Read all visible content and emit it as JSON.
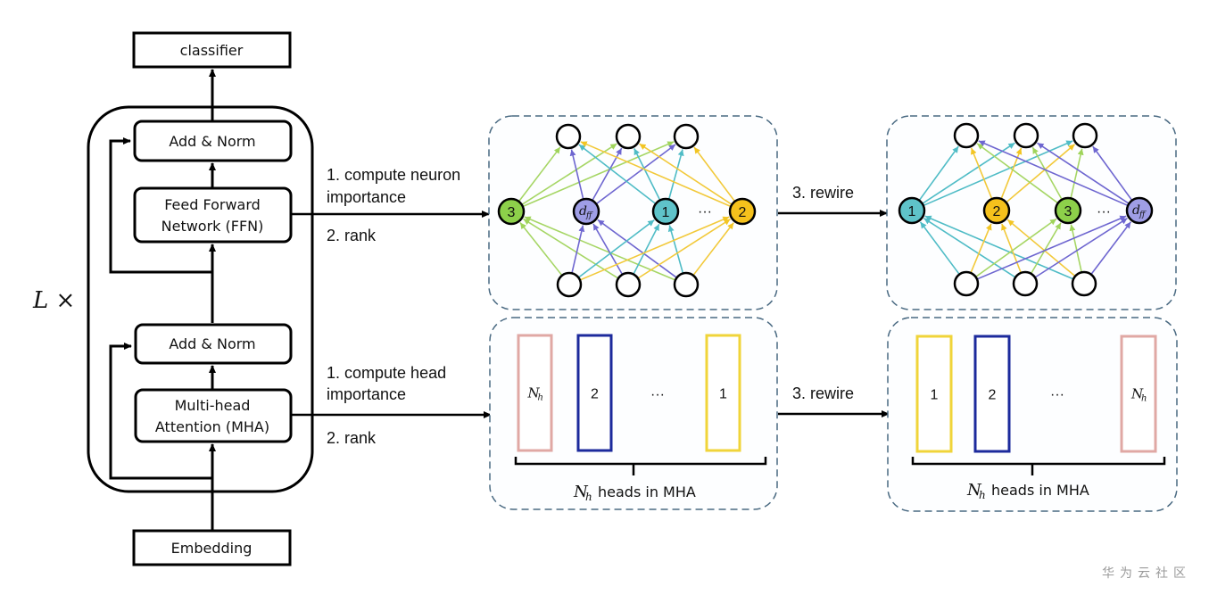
{
  "encoder": {
    "classifier": "classifier",
    "add_norm_top": "Add & Norm",
    "ffn_line1": "Feed Forward",
    "ffn_line2": "Network (FFN)",
    "add_norm_bottom": "Add & Norm",
    "mha_line1": "Multi-head",
    "mha_line2": "Attention (MHA)",
    "embedding": "Embedding",
    "repeat_label": "L ×"
  },
  "ffn_branch": {
    "step1_line1": "1. compute neuron",
    "step1_line2": "importance",
    "step2": "2. rank",
    "step3": "3. rewire",
    "before": {
      "nodes": [
        {
          "label": "3",
          "color": "#8dd04a"
        },
        {
          "label": "d_ff",
          "color": "#9f9ee6"
        },
        {
          "label": "1",
          "color": "#5fc3c9"
        },
        {
          "label": "2",
          "color": "#f5c11c"
        }
      ]
    },
    "after": {
      "nodes": [
        {
          "label": "1",
          "color": "#5fc3c9"
        },
        {
          "label": "2",
          "color": "#f5c11c"
        },
        {
          "label": "3",
          "color": "#8dd04a"
        },
        {
          "label": "d_ff",
          "color": "#9f9ee6"
        }
      ]
    },
    "ellipsis": "···"
  },
  "mha_branch": {
    "step1_line1": "1. compute head",
    "step1_line2": "importance",
    "step2": "2. rank",
    "step3": "3. rewire",
    "before": {
      "heads": [
        {
          "label": "N_h",
          "color": "#e0a8a4"
        },
        {
          "label": "2",
          "color": "#1c2a9c"
        },
        {
          "label": "1",
          "color": "#f0d43a"
        }
      ],
      "caption": "heads in MHA"
    },
    "after": {
      "heads": [
        {
          "label": "1",
          "color": "#f0d43a"
        },
        {
          "label": "2",
          "color": "#1c2a9c"
        },
        {
          "label": "N_h",
          "color": "#e0a8a4"
        }
      ],
      "caption": "heads in MHA"
    },
    "ellipsis": "···",
    "caption_math": "N"
  },
  "watermark": "华为云社区",
  "colors": {
    "panel_border": "#4a6a82",
    "green": "#8dd04a",
    "purple": "#7a72d6",
    "teal": "#4fbcc6",
    "yellow": "#f5c11c"
  }
}
